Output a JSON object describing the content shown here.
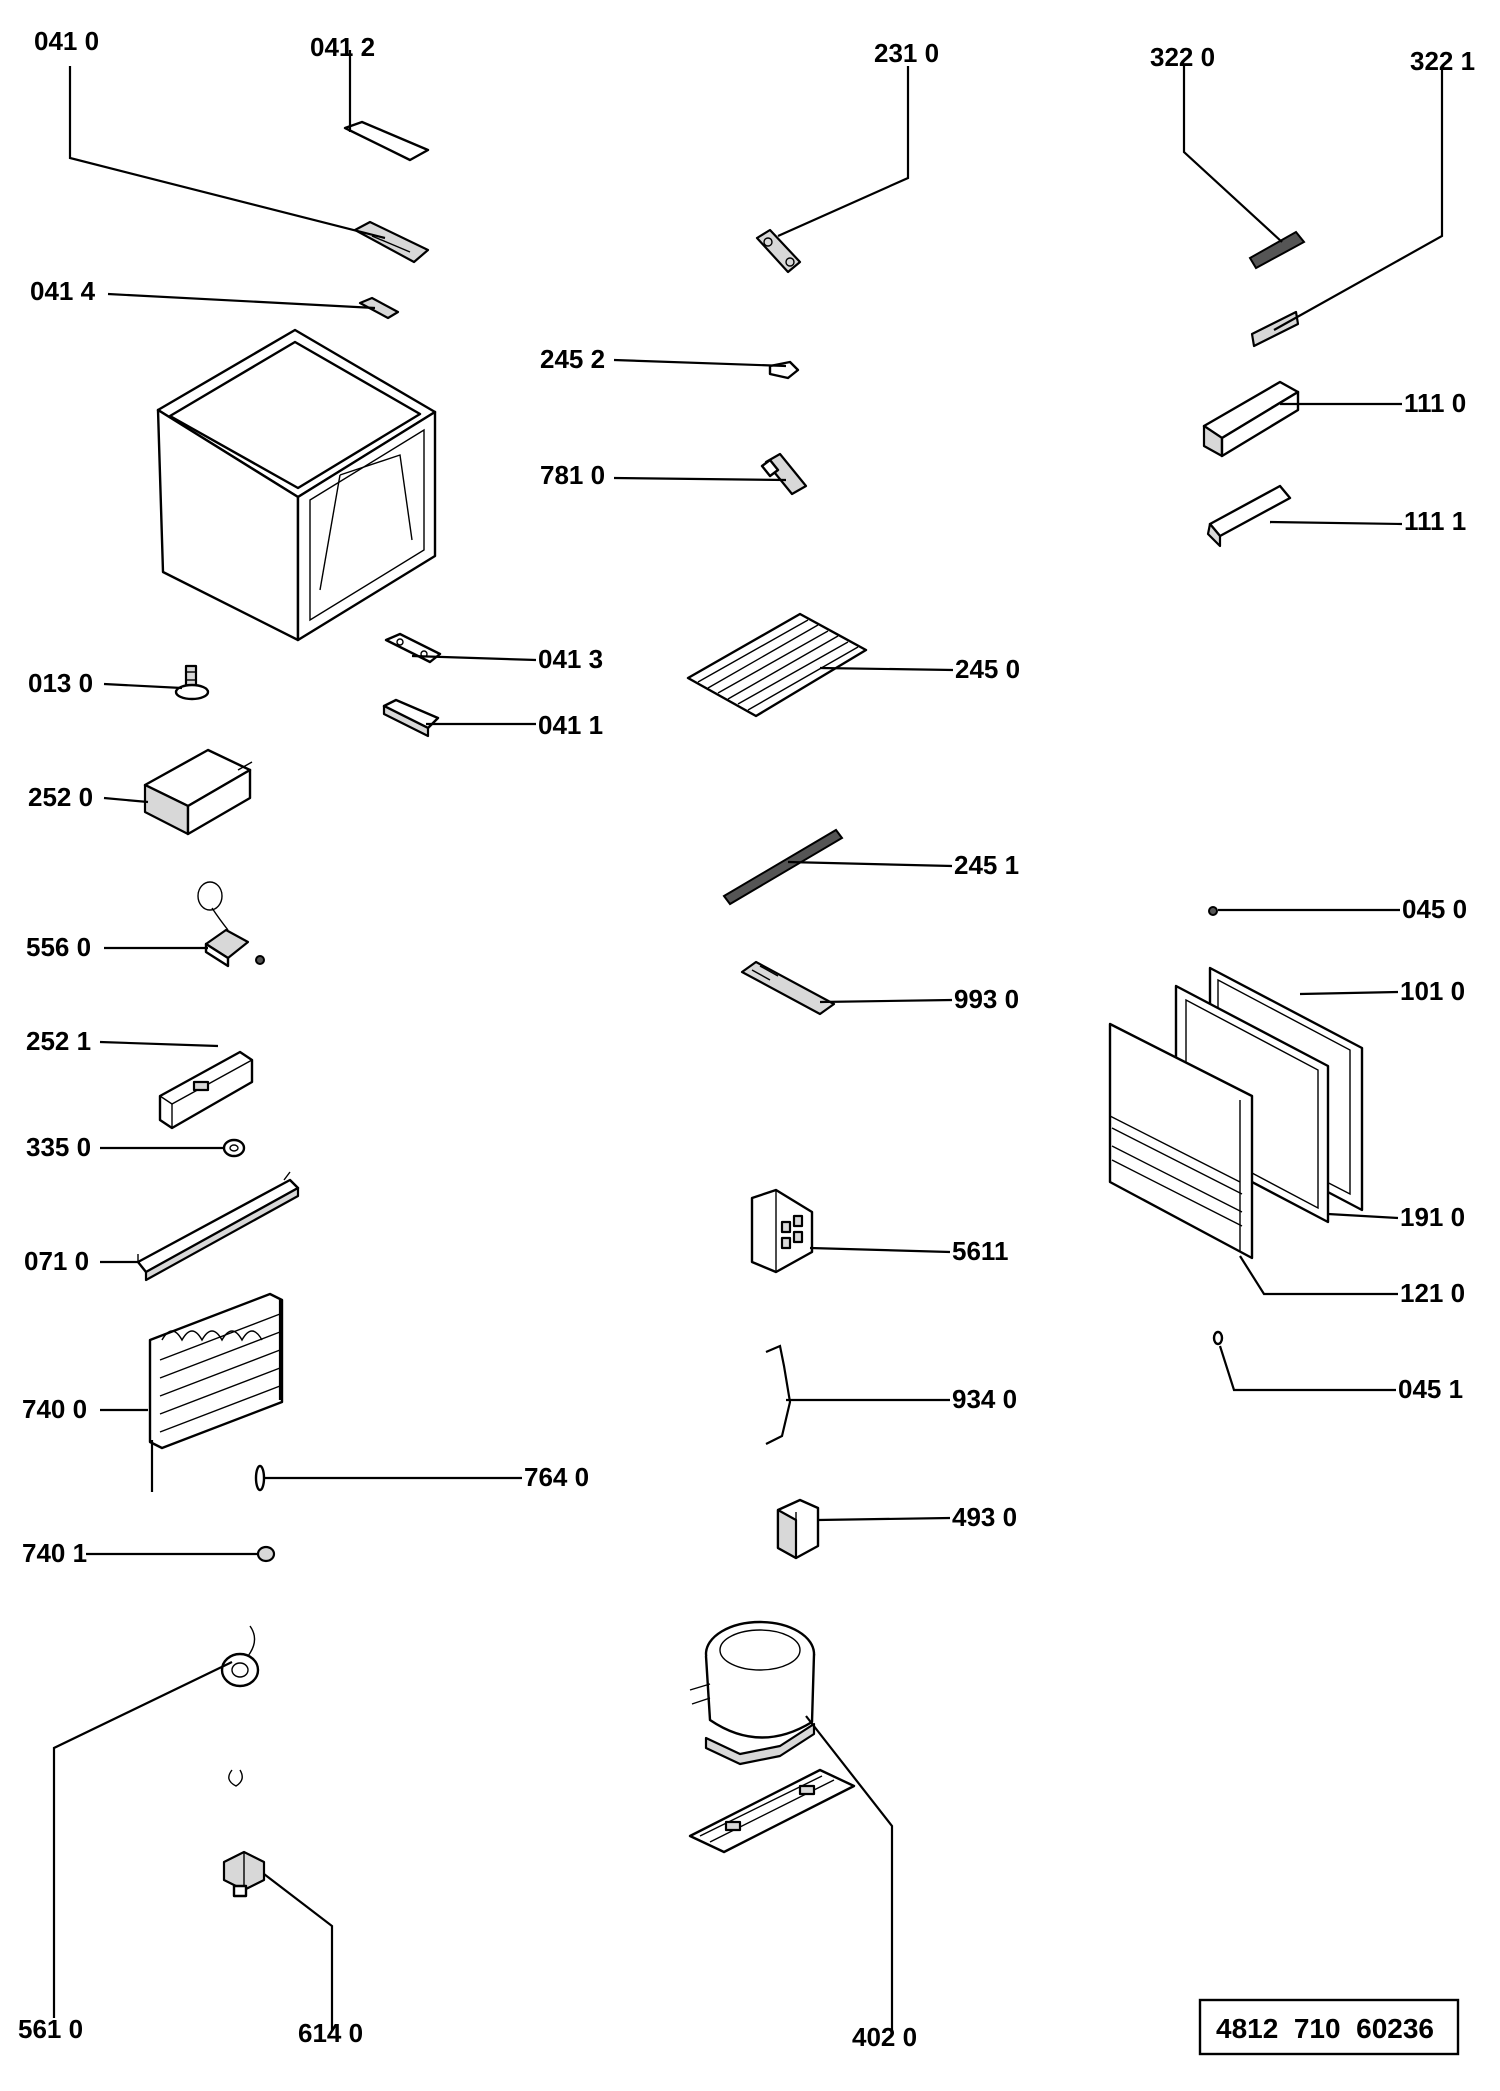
{
  "labels": {
    "p0410": "041 0",
    "p0412": "041 2",
    "p2310": "231 0",
    "p3220": "322  0",
    "p3221": "322 1",
    "p0414": "041 4",
    "p2452": "245 2",
    "p1110": "111 0",
    "p7810": "781 0",
    "p1111": "111 1",
    "p0413": "041 3",
    "p0130": "013 0",
    "p2450": "245 0",
    "p0411": "041 1",
    "p2520": "252 0",
    "p2451": "245 1",
    "p0450": "045 0",
    "p5560": "556 0",
    "p9930": "993 0",
    "p1010": "101 0",
    "p2521": "252 1",
    "p3350": "335 0",
    "p1910": "191 0",
    "p0710": "071 0",
    "p5611": "5611",
    "p1210": "121 0",
    "p7400": "740 0",
    "p9340": "934 0",
    "p0451": "045 1",
    "p7640": "764 0",
    "p4930": "493 0",
    "p7401": "740 1",
    "p5610": "561 0",
    "p6140": "614 0",
    "p4020": "402 0"
  },
  "document_code": "4812  710  60236"
}
